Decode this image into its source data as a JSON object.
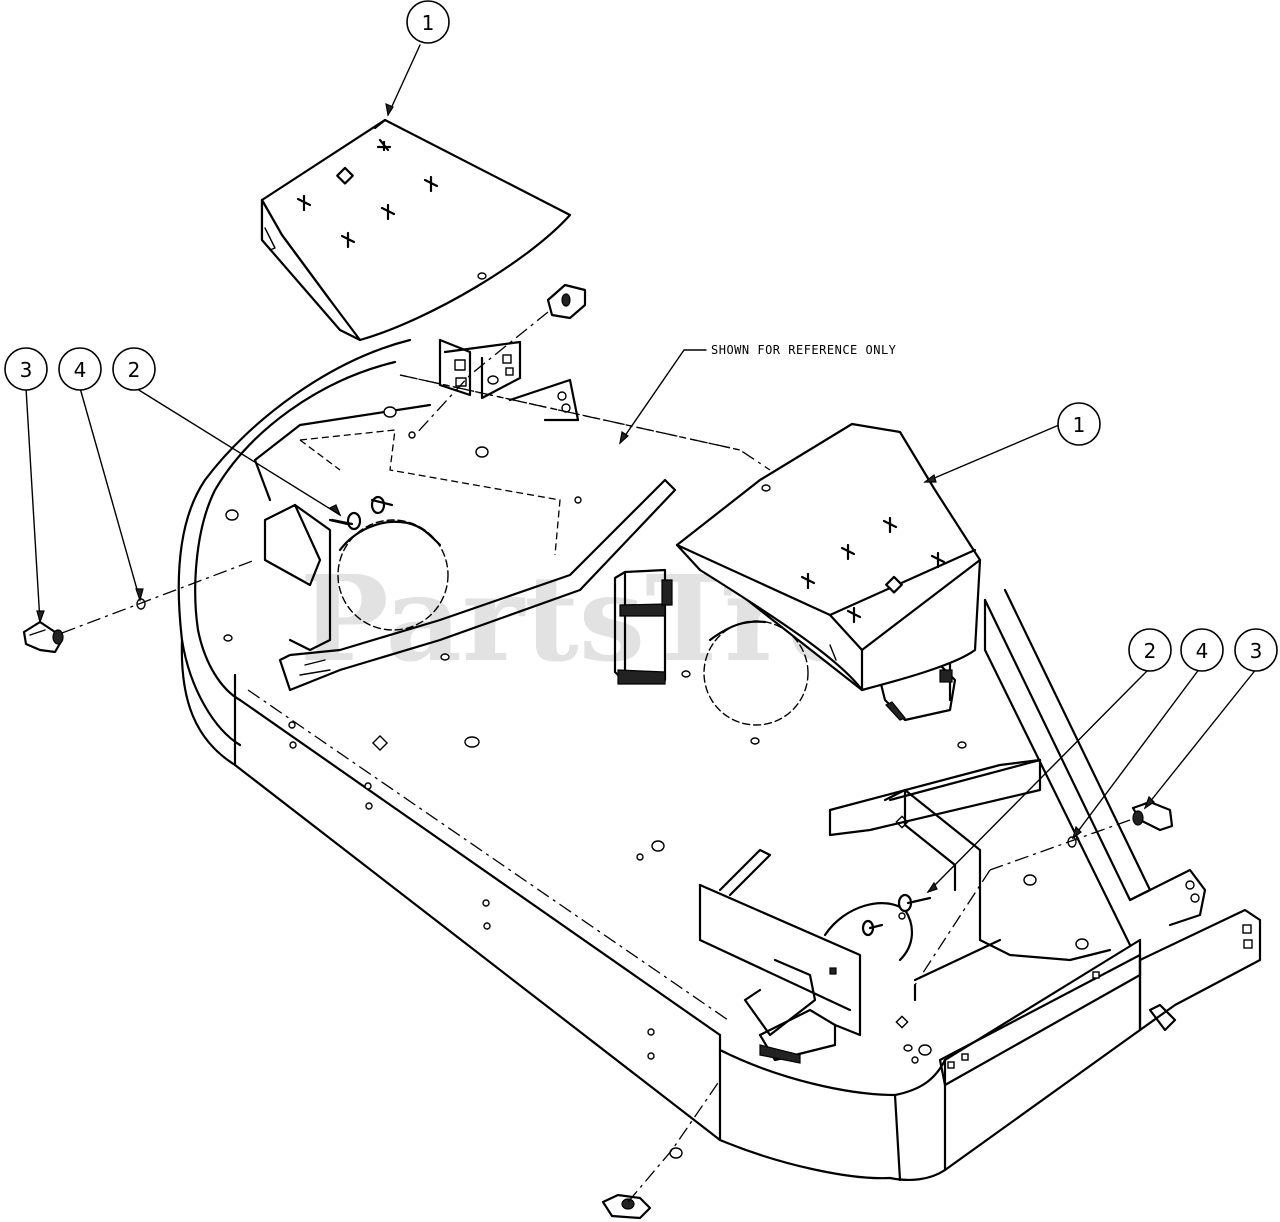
{
  "watermark": {
    "text": "PartsTree",
    "trademark": "™"
  },
  "note": {
    "text": "SHOWN FOR REFERENCE ONLY"
  },
  "callouts": [
    {
      "label": "1"
    },
    {
      "label": "1"
    },
    {
      "label": "2"
    },
    {
      "label": "3"
    },
    {
      "label": "4"
    },
    {
      "label": "2"
    },
    {
      "label": "4"
    },
    {
      "label": "3"
    }
  ]
}
